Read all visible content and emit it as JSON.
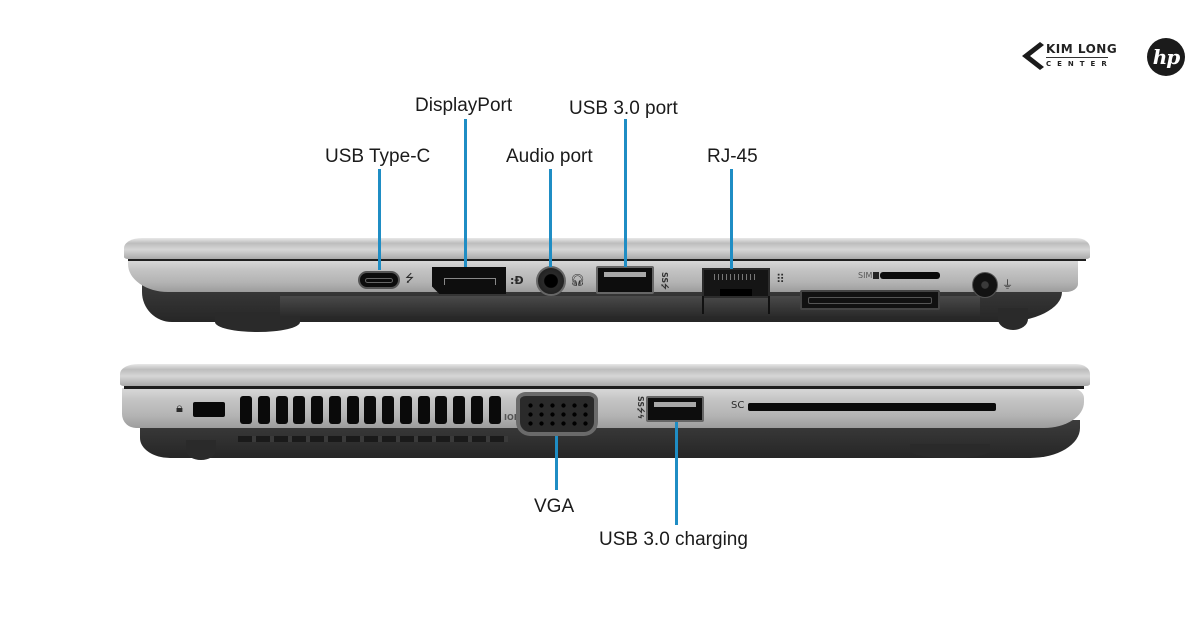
{
  "branding": {
    "retailer_name": "KIM LONG",
    "retailer_sub": "CENTER",
    "manufacturer_logo": "hp"
  },
  "top_view": {
    "side": "right",
    "labels": [
      {
        "id": "usb-type-c",
        "text": "USB Type-C"
      },
      {
        "id": "displayport",
        "text": "DisplayPort"
      },
      {
        "id": "audio-port",
        "text": "Audio port"
      },
      {
        "id": "usb-3-port",
        "text": "USB 3.0 port"
      },
      {
        "id": "rj-45",
        "text": "RJ-45"
      }
    ],
    "printed_marks": {
      "usb_c_icon": "usb-icon",
      "dp_icon": "displayport-icon",
      "audio_icon": "headset-icon",
      "usb_ss_icon": "ss-usb-icon",
      "rj45_icon": "network-icon",
      "sim_text": "SIM",
      "power_icon": "power-plug-icon"
    }
  },
  "bottom_view": {
    "side": "left",
    "labels": [
      {
        "id": "vga",
        "text": "VGA"
      },
      {
        "id": "usb-3-charging",
        "text": "USB 3.0 charging"
      }
    ],
    "printed_marks": {
      "lock_icon": "lock-icon",
      "vga_icon": "monitor-icon",
      "usb_charge_icon": "ss-usb-charging-icon",
      "sc_text": "SC"
    }
  },
  "colors": {
    "leader_line": "#1f8dc4",
    "label_text": "#1b1b1b",
    "chassis_silver": "#c4c4c4",
    "base_dark": "#2e2e2e",
    "background": "#ffffff"
  }
}
